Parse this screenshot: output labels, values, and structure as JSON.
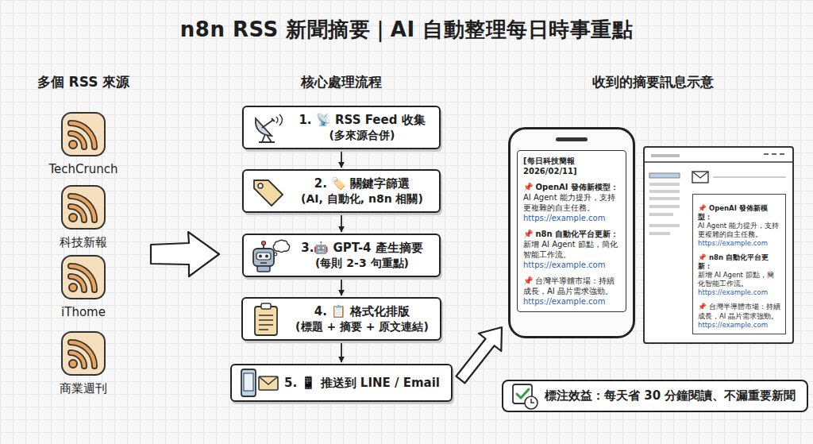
{
  "diagram": {
    "title": "n8n RSS 新聞摘要｜AI 自動整理每日時事重點",
    "nodes": [
      {
        "text": [
          "TechCrunch"
        ]
      },
      {
        "text": [
          "科技新報"
        ]
      },
      {
        "text": [
          "iThome"
        ]
      },
      {
        "text": [
          "商業週刊"
        ]
      },
      {
        "text": [
          "1. 📡 RSS Feed 收集",
          "(多來源合併)"
        ]
      },
      {
        "text": [
          "2. 🏷️ 關鍵字篩選",
          "(AI, 自動化, n8n 相關)"
        ]
      },
      {
        "text": [
          "3.🤖 GPT-4 產生摘要",
          "(每則 2-3 句重點)"
        ]
      },
      {
        "text": [
          "4. 📋 格式化排版",
          "(標題 + 摘要 + 原文連結)"
        ]
      },
      {
        "text": [
          "5. 📱 推送到 LINE / Email"
        ]
      },
      {
        "text": [
          "[每日科技簡報 2026/02/11]",
          "📌 OpenAI 發佈新模型：",
          "AI Agent 能力提升，支持更複雜的自主任務。",
          "https://example.com",
          "📌 n8n 自動化平台更新：",
          "新增 AI Agent 節點，簡化智能工作流。",
          "https://example.com",
          "📌 台灣半導體市場：持續成長，AI 晶片需求強勁。",
          "https://example.com"
        ]
      },
      {
        "text": [
          "📌 OpenAI 發佈新模型：",
          "AI Agent 能力提升，支持更複雜的自主任務。",
          "https://example.com",
          "📌 n8n 自動化平台更新：",
          "新增 AI Agent 節點，簡化智能工作流。",
          "https://example.com",
          "📌 台灣半導體市場：持續成長，AI 晶片需求強勁。",
          "https://example.com"
        ]
      },
      {
        "text": [
          "標注效益：每天省 30 分鐘閱讀、不漏重要新聞"
        ]
      }
    ],
    "edges": [
      {
        "from": 4,
        "to": 5,
        "arrow": "to"
      },
      {
        "from": 5,
        "to": 6,
        "arrow": "to"
      },
      {
        "from": 6,
        "to": 7,
        "arrow": "to"
      },
      {
        "from": 7,
        "to": 8,
        "arrow": "to"
      },
      {
        "from": 8,
        "to": 9,
        "arrow": "to"
      }
    ],
    "labels": [
      "多個 RSS 來源",
      "核心處理流程",
      "收到的摘要訊息示意"
    ]
  }
}
